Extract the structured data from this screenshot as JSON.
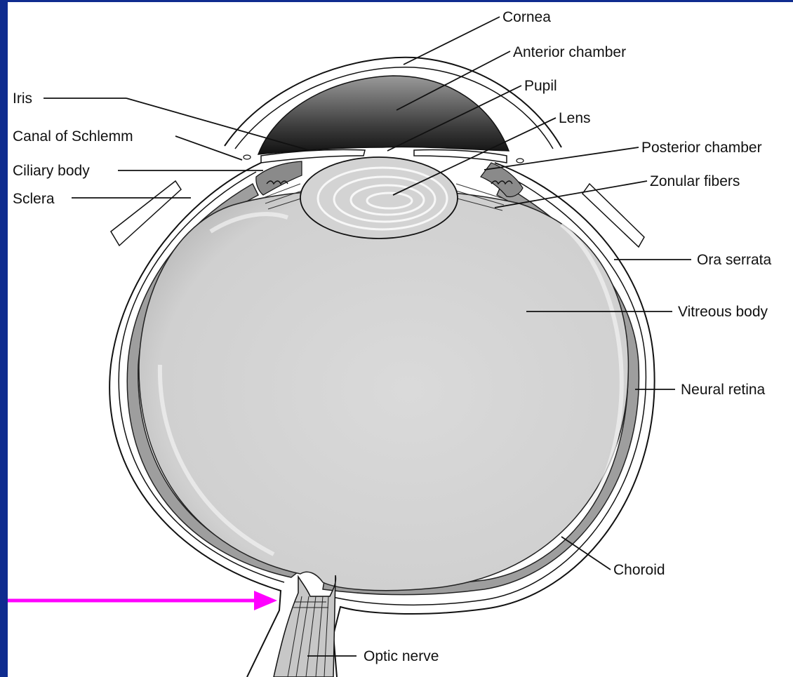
{
  "diagram": {
    "labels": {
      "cornea": "Cornea",
      "anterior_chamber": "Anterior chamber",
      "pupil": "Pupil",
      "lens": "Lens",
      "iris": "Iris",
      "canal_of_schlemm": "Canal of Schlemm",
      "ciliary_body": "Ciliary body",
      "sclera": "Sclera",
      "posterior_chamber": "Posterior chamber",
      "zonular_fibers": "Zonular fibers",
      "ora_serrata": "Ora serrata",
      "vitreous_body": "Vitreous body",
      "neural_retina": "Neural retina",
      "choroid": "Choroid",
      "optic_nerve": "Optic nerve"
    },
    "colors": {
      "slide_background": "#0f2c8f",
      "panel": "#ffffff",
      "pointer_arrow": "#ff00ff",
      "vitreous_fill": "#d3d3d3",
      "retina_band": "#a8a8a8"
    }
  }
}
